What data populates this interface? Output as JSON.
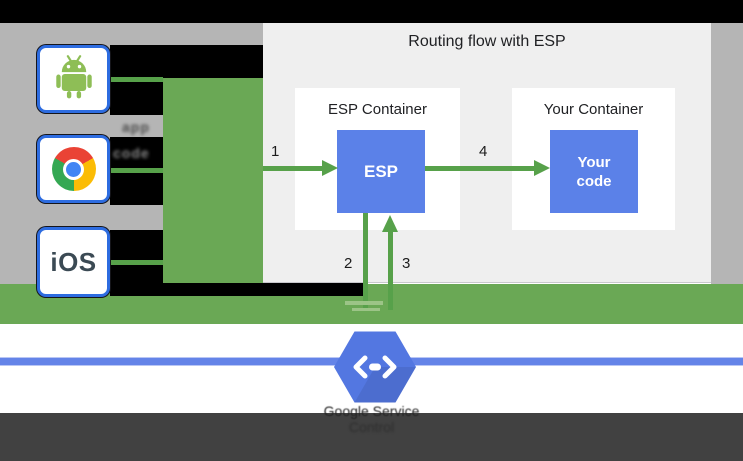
{
  "figure": {
    "title": "Routing flow with ESP",
    "esp_container_label": "ESP Container",
    "your_container_label": "Your Container",
    "esp_box_label": "ESP",
    "your_code_label": "Your\ncode",
    "steps": [
      "1",
      "2",
      "3",
      "4"
    ]
  },
  "clients": {
    "android_icon": "android-robot",
    "chrome_icon": "chrome-browser",
    "ios_label": "iOS"
  },
  "obscured_text": {
    "left_line1": "app",
    "left_line2": "code",
    "footer_line1": "Google Service",
    "footer_line2": "Control"
  },
  "colors": {
    "green_bar": "#6aa855",
    "green_arrow": "#57a14a",
    "blue_box": "#5b81e8",
    "blue_line": "#6484e8",
    "hexagon_blue": "#5377e1",
    "panel_bg": "#efefef",
    "gray_bg": "#b5b5b5",
    "footer_bg": "#414141",
    "client_border_blue": "#2d6ce0"
  }
}
